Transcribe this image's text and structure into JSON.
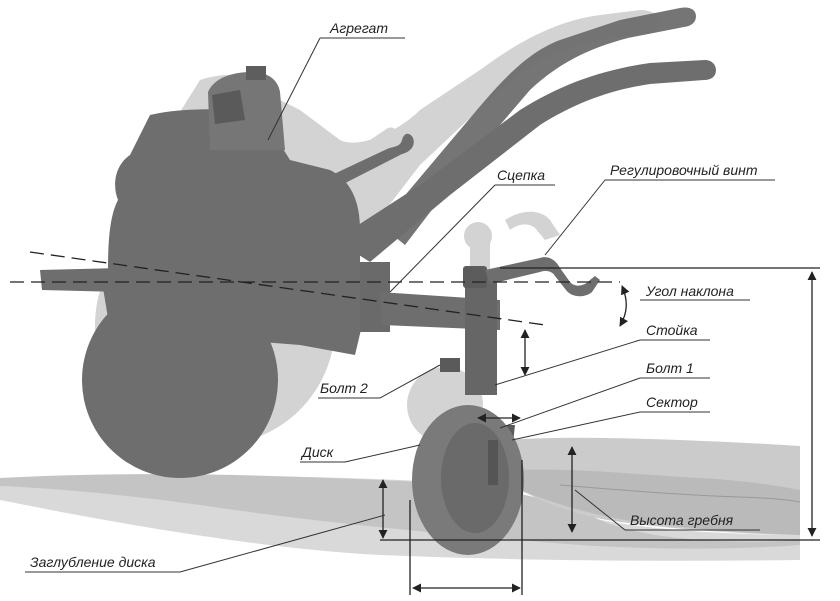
{
  "labels": {
    "agregat": "Агрегат",
    "scepka": "Сцепка",
    "reg_vint": "Регулировочный винт",
    "ugol": "Угол наклона",
    "stoika": "Стойка",
    "bolt1": "Болт 1",
    "bolt2": "Болт 2",
    "sektor": "Сектор",
    "disk": "Диск",
    "vysota": "Высота гребня",
    "zaglublenie": "Заглубление диска"
  },
  "colors": {
    "machine": "#6e6e6e",
    "machine_dark": "#555555",
    "shadow": "#d2d2d2",
    "ground": "#cfcfcf",
    "ridge": "#bdbdbd",
    "line": "#333333"
  }
}
